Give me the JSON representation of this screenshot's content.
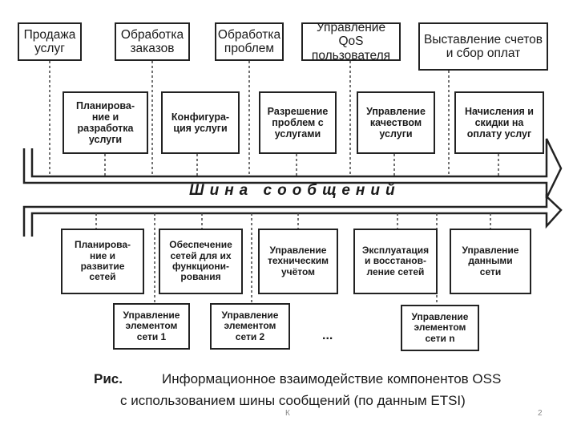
{
  "top_boxes": [
    "Продажа\nуслуг",
    "Обработка\nзаказов",
    "Обработка\nпроблем",
    "Управление QoS\nпользователя",
    "Выставление счетов\nи сбор оплат"
  ],
  "mid_boxes": [
    "Планирова-\nние и\nразработка\nуслуги",
    "Конфигура-\nция услуги",
    "Разрешение\nпроблем с\nуслугами",
    "Управление\nкачеством\nуслуги",
    "Начисления и\nскидки на\nоплату услуг"
  ],
  "bus_label": "Шина сообщений",
  "bottom_boxes": [
    "Планирова-\nние и\nразвитие\nсетей",
    "Обеспечение\nсетей для их\nфункциони-\nрования",
    "Управление\nтехническим\nучётом",
    "Эксплуатация\nи восстанов-\nление сетей",
    "Управление\nданными\nсети"
  ],
  "element_boxes": [
    "Управление\nэлементом\nсети 1",
    "Управление\nэлементом\nсети 2",
    "Управление\nэлементом\nсети n"
  ],
  "ellipsis": "...",
  "caption": {
    "prefix": "Рис.",
    "line1": "Информационное взаимодействие компонентов OSS",
    "line2": "с использованием шины сообщений (по данным ETSI)"
  },
  "footer": {
    "left": "К",
    "page": "2"
  }
}
